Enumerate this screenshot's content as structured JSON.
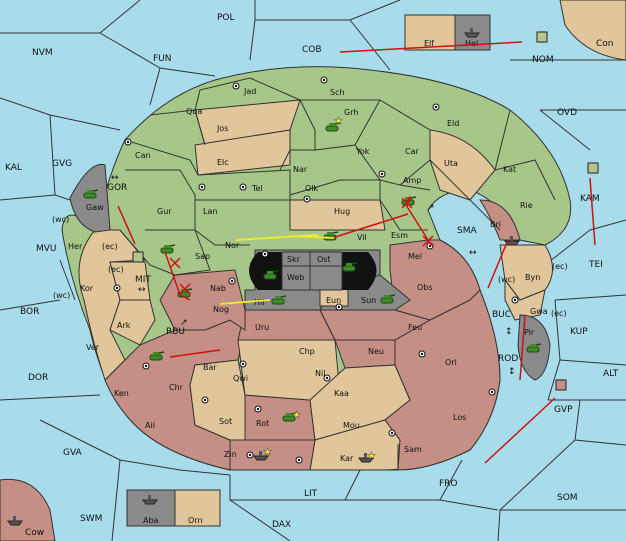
{
  "map": {
    "colors": {
      "sea": "#a8dcea",
      "green": "#a7c78a",
      "tan": "#e2c69b",
      "brown": "#c58f86",
      "grey": "#8a8a8a",
      "dark": "#111111",
      "order_red": "#cc1111",
      "order_yellow": "#f2ec2a"
    },
    "sea_labels": {
      "POL": "POL",
      "NVM": "NVM",
      "FUN": "FUN",
      "COB": "COB",
      "NOM": "NOM",
      "Con": "Con",
      "OVD": "OVD",
      "KAL": "KAL",
      "GVG": "GVG",
      "GOR": "GOR",
      "KAM": "KAM",
      "MVU": "MVU",
      "MIT": "MIT",
      "SMA": "SMA",
      "TEI": "TEI",
      "BOR": "BOR",
      "RBU": "RBU",
      "BUC": "BUC",
      "KUP": "KUP",
      "DOR": "DOR",
      "ROD": "ROD",
      "ALT": "ALT",
      "GVP": "GVP",
      "GVA": "GVA",
      "FRO": "FRO",
      "SOM": "SOM",
      "SWM": "SWM",
      "LIT": "LIT",
      "DAX": "DAX",
      "Cow": "Cow"
    },
    "land_labels": {
      "Jad": "Jad",
      "Sch": "Sch",
      "Qua": "Qua",
      "Grh": "Grh",
      "Jos": "Jos",
      "Eld": "Eld",
      "Can": "Can",
      "Yok": "Yok",
      "Car": "Car",
      "Elc": "Elc",
      "Nar": "Nar",
      "Uta": "Uta",
      "Kat": "Kat",
      "Tel": "Tel",
      "Olk": "Olk",
      "Amp": "Amp",
      "Gaw": "Gaw",
      "Gur": "Gur",
      "Lan": "Lan",
      "Hug": "Hug",
      "Rie": "Rie",
      "Esm": "Esm",
      "Bri": "Bri",
      "Vil": "Vil",
      "Nor": "Nor",
      "Her": "Her",
      "Sap": "Sap",
      "Skr": "Skr",
      "Ost": "Ost",
      "Mel": "Mel",
      "Web": "Web",
      "Byn": "Byn",
      "Nab": "Nab",
      "Obs": "Obs",
      "Kor": "Kor",
      "Eun": "Eun",
      "Hil": "Hil",
      "Sun": "Sun",
      "Gwa": "Gwa",
      "Nog": "Nog",
      "Ark": "Ark",
      "Uru": "Uru",
      "Feu": "Feu",
      "Pir": "Pir",
      "Ver": "Ver",
      "Chp": "Chp",
      "Neu": "Neu",
      "Orl": "Orl",
      "Bar": "Bar",
      "Nil": "Nil",
      "Qwi": "Qwi",
      "Chr": "Chr",
      "Ken": "Ken",
      "Kaa": "Kaa",
      "Los": "Los",
      "Sot": "Sot",
      "Rot": "Rot",
      "Ail": "Ail",
      "Mou": "Mou",
      "Zin": "Zin",
      "Sam": "Sam",
      "Kar": "Kar",
      "Elf": "Elf",
      "Hel": "Hel",
      "Aba": "Aba",
      "Orn": "Orn"
    },
    "coast_labels": {
      "wc_her": "(wc)",
      "ec_her": "(ec)",
      "ec_kor": "(ec)",
      "wc_kor": "(wc)",
      "ec_byn": "(ec)",
      "wc_byn": "(wc)",
      "ec_gwa": "(ec)"
    },
    "arrows": {
      "gor": "↔",
      "mit": "↔",
      "sma": "↔",
      "rbu": "↗",
      "smk": "↗",
      "buc": "↕",
      "rod": "↕"
    }
  }
}
